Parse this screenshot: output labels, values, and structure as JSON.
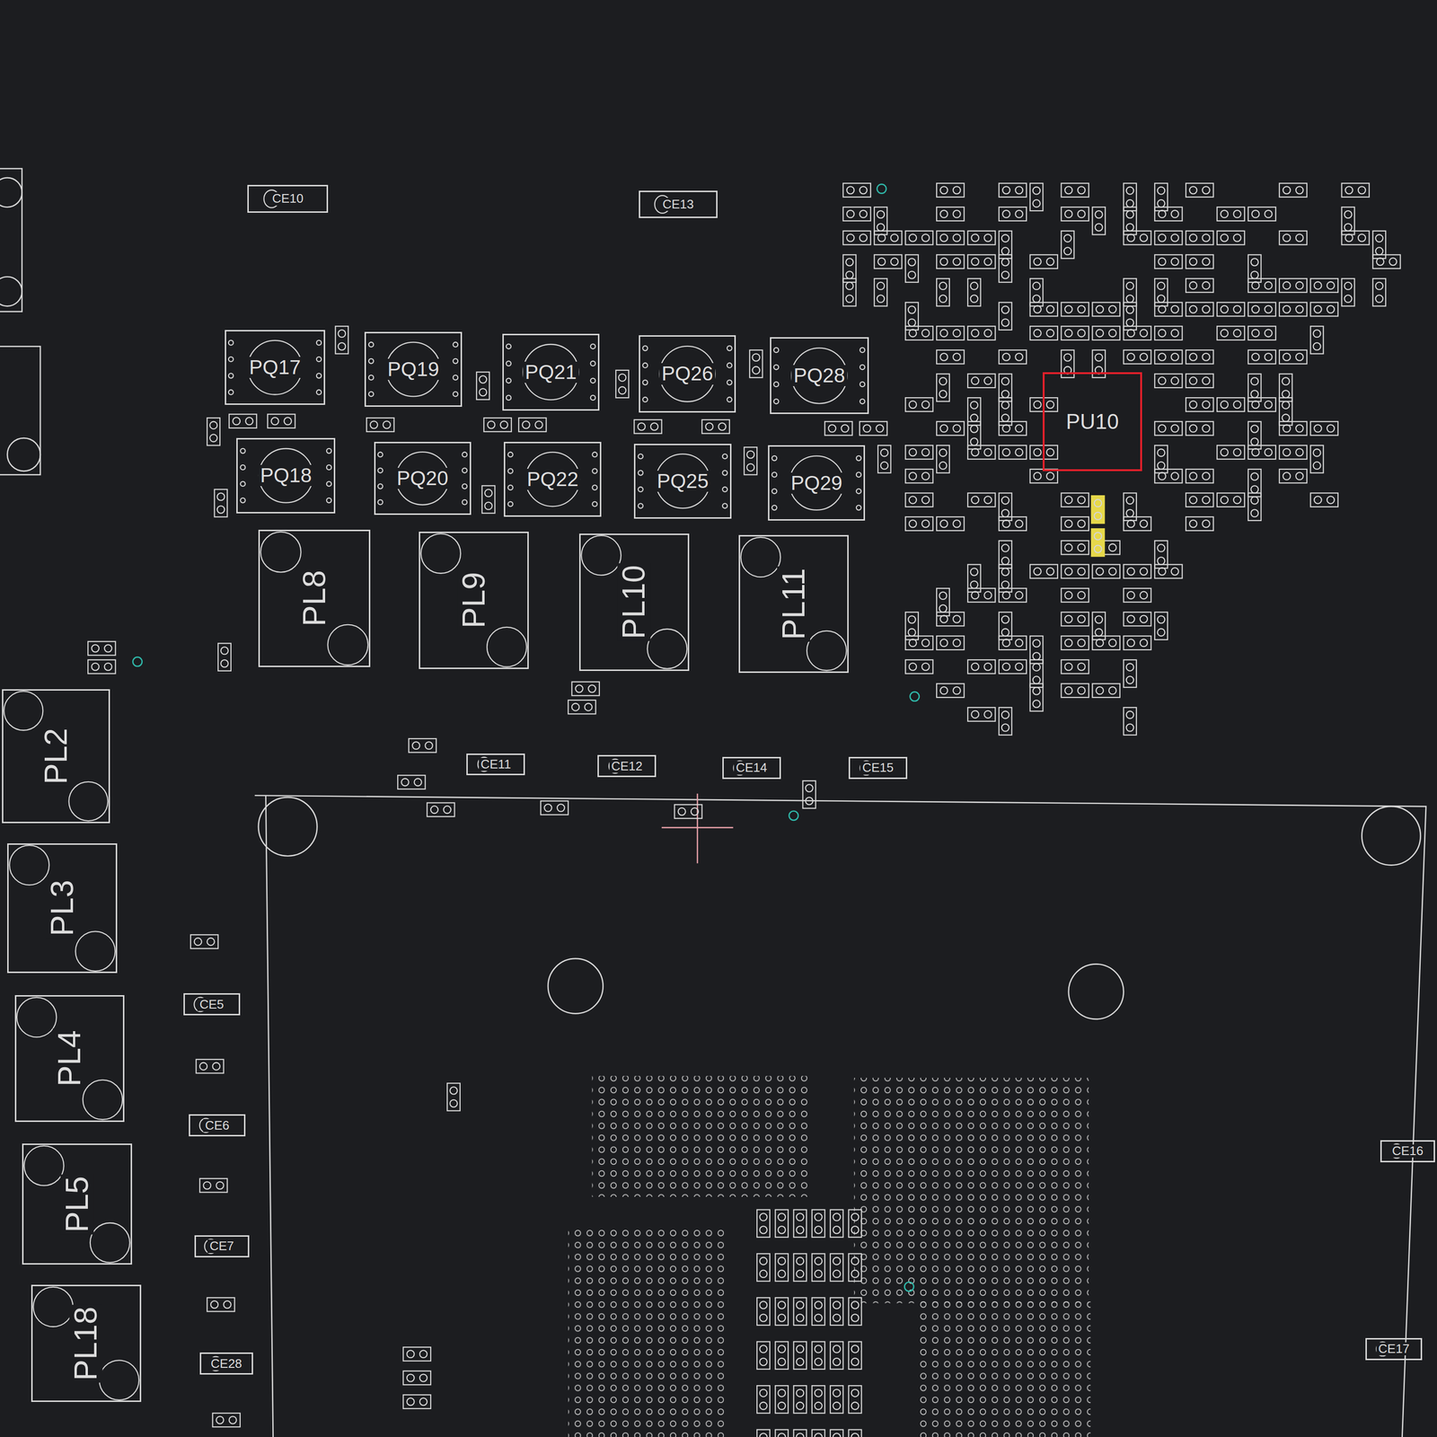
{
  "diagram": {
    "nodes": [
      {
        "text": [
          "CE10"
        ]
      },
      {
        "text": [
          "CE13"
        ]
      },
      {
        "text": [
          "PQ17"
        ]
      },
      {
        "text": [
          "PQ19"
        ]
      },
      {
        "text": [
          "PQ21"
        ]
      },
      {
        "text": [
          "PQ26"
        ]
      },
      {
        "text": [
          "PQ28"
        ]
      },
      {
        "text": [
          "PU10"
        ]
      },
      {
        "text": [
          "PQ18"
        ]
      },
      {
        "text": [
          "PQ20"
        ]
      },
      {
        "text": [
          "PQ22"
        ]
      },
      {
        "text": [
          "PQ25"
        ]
      },
      {
        "text": [
          "PQ29"
        ]
      },
      {
        "text": [
          "PL8"
        ]
      },
      {
        "text": [
          "PL9"
        ]
      },
      {
        "text": [
          "PL10"
        ]
      },
      {
        "text": [
          "PL11"
        ]
      },
      {
        "text": [
          "PL2"
        ]
      },
      {
        "text": [
          "CE11"
        ]
      },
      {
        "text": [
          "CE12"
        ]
      },
      {
        "text": [
          "CE14"
        ]
      },
      {
        "text": [
          "CE15"
        ]
      },
      {
        "text": [
          "PL3"
        ]
      },
      {
        "text": [
          "CE5"
        ]
      },
      {
        "text": [
          "PL4"
        ]
      },
      {
        "text": [
          "CE6"
        ]
      },
      {
        "text": [
          "CE16"
        ]
      },
      {
        "text": [
          "PL5"
        ]
      },
      {
        "text": [
          "CE7"
        ]
      },
      {
        "text": [
          "CE17"
        ]
      },
      {
        "text": [
          "PL18"
        ]
      },
      {
        "text": [
          "CE28"
        ]
      }
    ]
  }
}
